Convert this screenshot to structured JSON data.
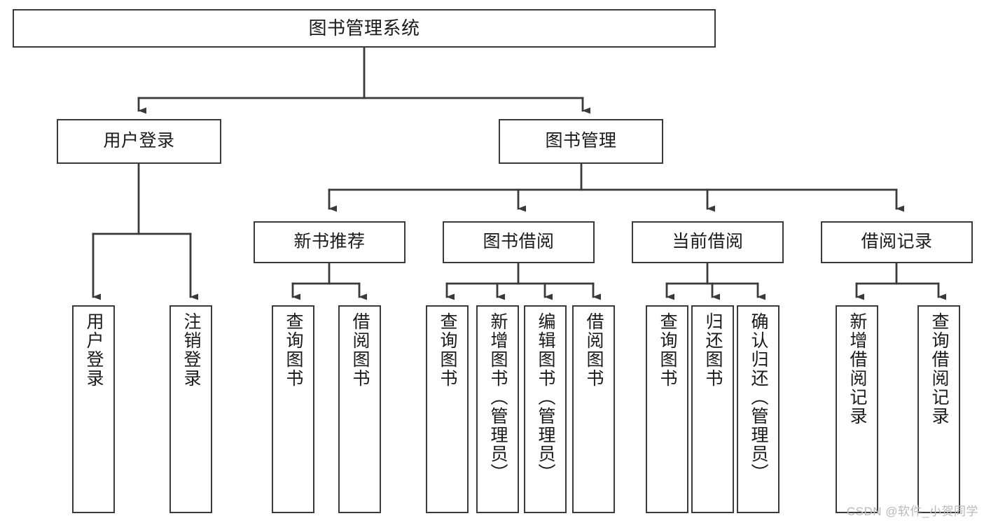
{
  "diagram": {
    "title": "图书管理系统",
    "type": "tree-hierarchy-chart",
    "stroke_color": "#3a3a3a",
    "background_color": "#ffffff",
    "text_color": "#1a1a1a"
  },
  "nodes": {
    "root": {
      "label": "图书管理系统"
    },
    "level2": [
      {
        "label": "用户登录"
      },
      {
        "label": "图书管理"
      }
    ],
    "level3": [
      {
        "label": "新书推荐"
      },
      {
        "label": "图书借阅"
      },
      {
        "label": "当前借阅"
      },
      {
        "label": "借阅记录"
      }
    ],
    "leaves": {
      "user_login": [
        {
          "label": "用户登录"
        },
        {
          "label": "注销登录"
        }
      ],
      "new_book_recommend": [
        {
          "label": "查询图书"
        },
        {
          "label": "借阅图书"
        }
      ],
      "book_borrow": [
        {
          "label": "查询图书"
        },
        {
          "label": "新增图书（管理员）"
        },
        {
          "label": "编辑图书（管理员）"
        },
        {
          "label": "借阅图书"
        }
      ],
      "current_borrow": [
        {
          "label": "查询图书"
        },
        {
          "label": "归还图书"
        },
        {
          "label": "确认归还（管理员）"
        }
      ],
      "borrow_record": [
        {
          "label": "新增借阅记录"
        },
        {
          "label": "查询借阅记录"
        }
      ]
    }
  },
  "watermark": {
    "text": "CSDN @软件_小贺同学"
  }
}
